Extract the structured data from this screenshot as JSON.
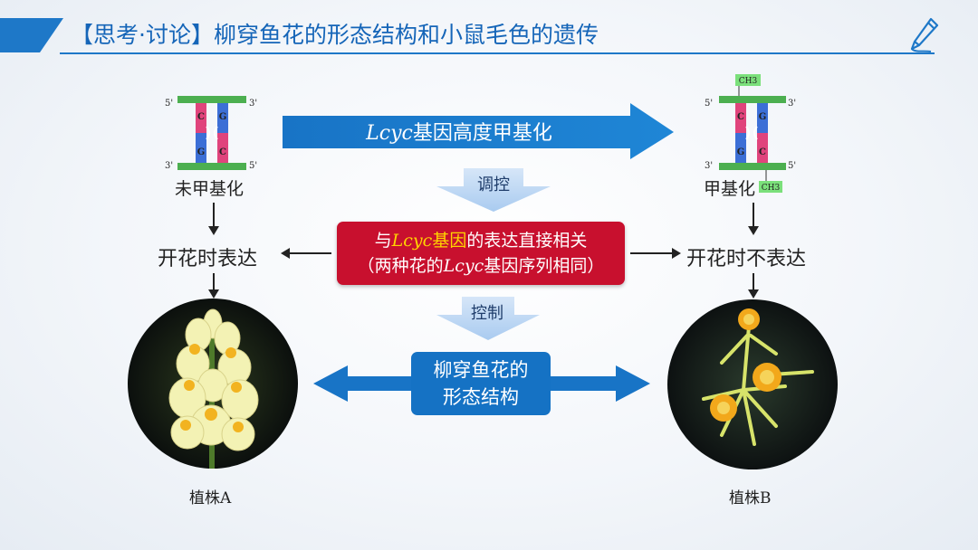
{
  "title": "【思考·讨论】柳穿鱼花的形态结构和小鼠毛色的遗传",
  "dna_left": {
    "caption": "未甲基化",
    "ends_top": [
      "5'",
      "3'"
    ],
    "ends_bottom": [
      "3'",
      "5'"
    ],
    "bases_left": [
      "C",
      "G"
    ],
    "bases_right": [
      "G",
      "C"
    ]
  },
  "dna_right": {
    "caption": "甲基化",
    "ends_top": [
      "5'",
      "3'"
    ],
    "ends_bottom": [
      "3'",
      "5'"
    ],
    "bases_left": [
      "C",
      "G"
    ],
    "bases_right": [
      "G",
      "C"
    ],
    "methyl_label": "CH3"
  },
  "big_arrow": {
    "italic": "Lcyc",
    "text": "基因高度甲基化"
  },
  "chevron_top": "调控",
  "chevron_bottom": "控制",
  "red_box": {
    "line1_prefix": "与",
    "line1_gene": "Lcyc",
    "line1_gene_suffix": "基因",
    "line1_rest": "的表达直接相关",
    "line2_prefix": "（两种花的",
    "line2_gene": "Lcyc",
    "line2_rest": "基因序列相同）"
  },
  "left_expression": "开花时表达",
  "right_expression": "开花时不表达",
  "blue_box": {
    "line1": "柳穿鱼花的",
    "line2": "形态结构"
  },
  "plant_a": "植株A",
  "plant_b": "植株B",
  "colors": {
    "accent": "#1e78c8",
    "red_box": "#c8102e",
    "strand_green": "#4caf50",
    "base_pink": "#e0447c",
    "base_blue": "#3c6fd6"
  }
}
